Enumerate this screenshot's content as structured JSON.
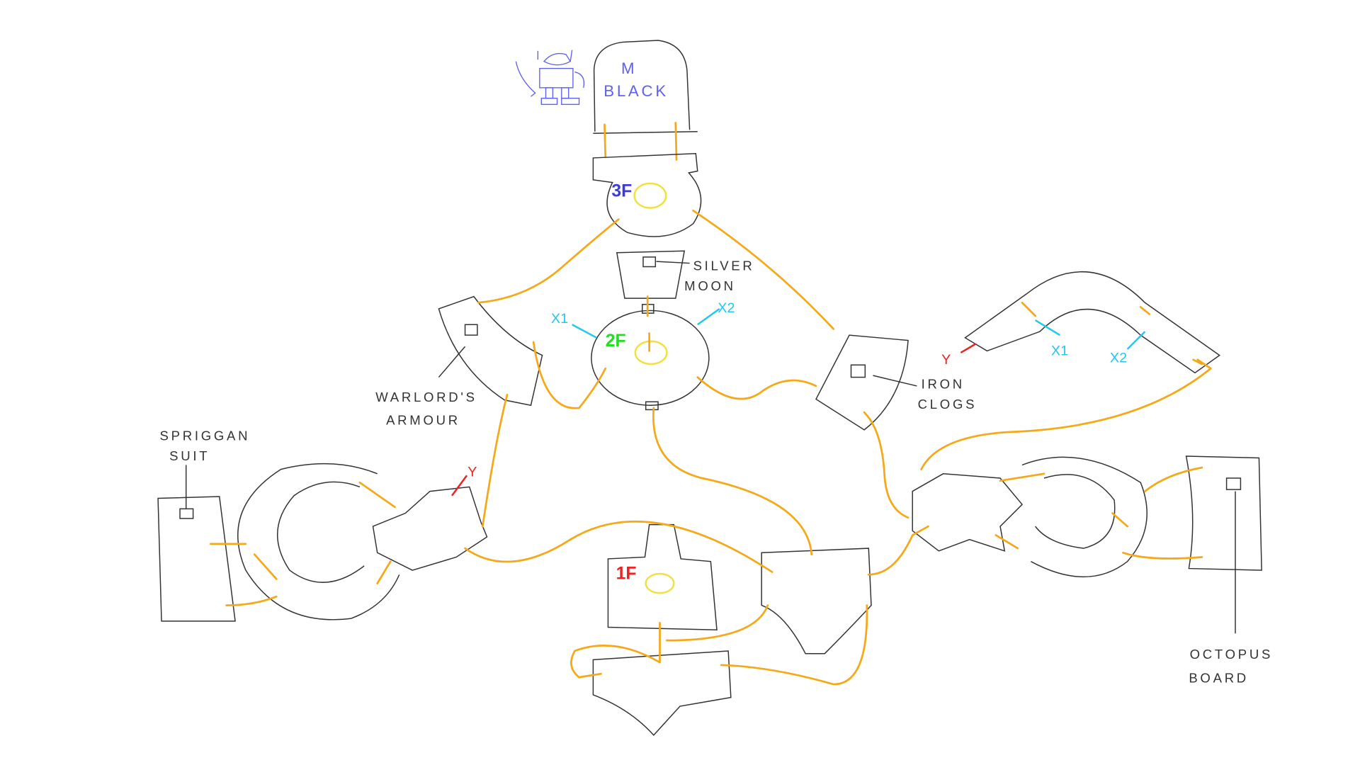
{
  "boss": {
    "initial": "M",
    "name": "BLACK"
  },
  "floors": {
    "f3": "3F",
    "f2": "2F",
    "f1": "1F"
  },
  "items": {
    "silver_moon": [
      "SILVER",
      "MOON"
    ],
    "warlords_armour": [
      "WARLORD'S",
      "ARMOUR"
    ],
    "iron_clogs": [
      "IRON",
      "CLOGS"
    ],
    "spriggan_suit": [
      "SPRIGGAN",
      "SUIT"
    ],
    "octopus_board": [
      "OCTOPUS",
      "BOARD"
    ]
  },
  "markers": {
    "x1": "X1",
    "x2": "X2",
    "y": "Y"
  },
  "colors": {
    "path": "#f5a818",
    "floor3": "#3b3bdc",
    "floor2": "#22dd22",
    "floor1": "#ee2222",
    "x_marker": "#22c8ee",
    "y_marker": "#ee2222",
    "boss": "#6060f0",
    "save": "#f0e040"
  }
}
